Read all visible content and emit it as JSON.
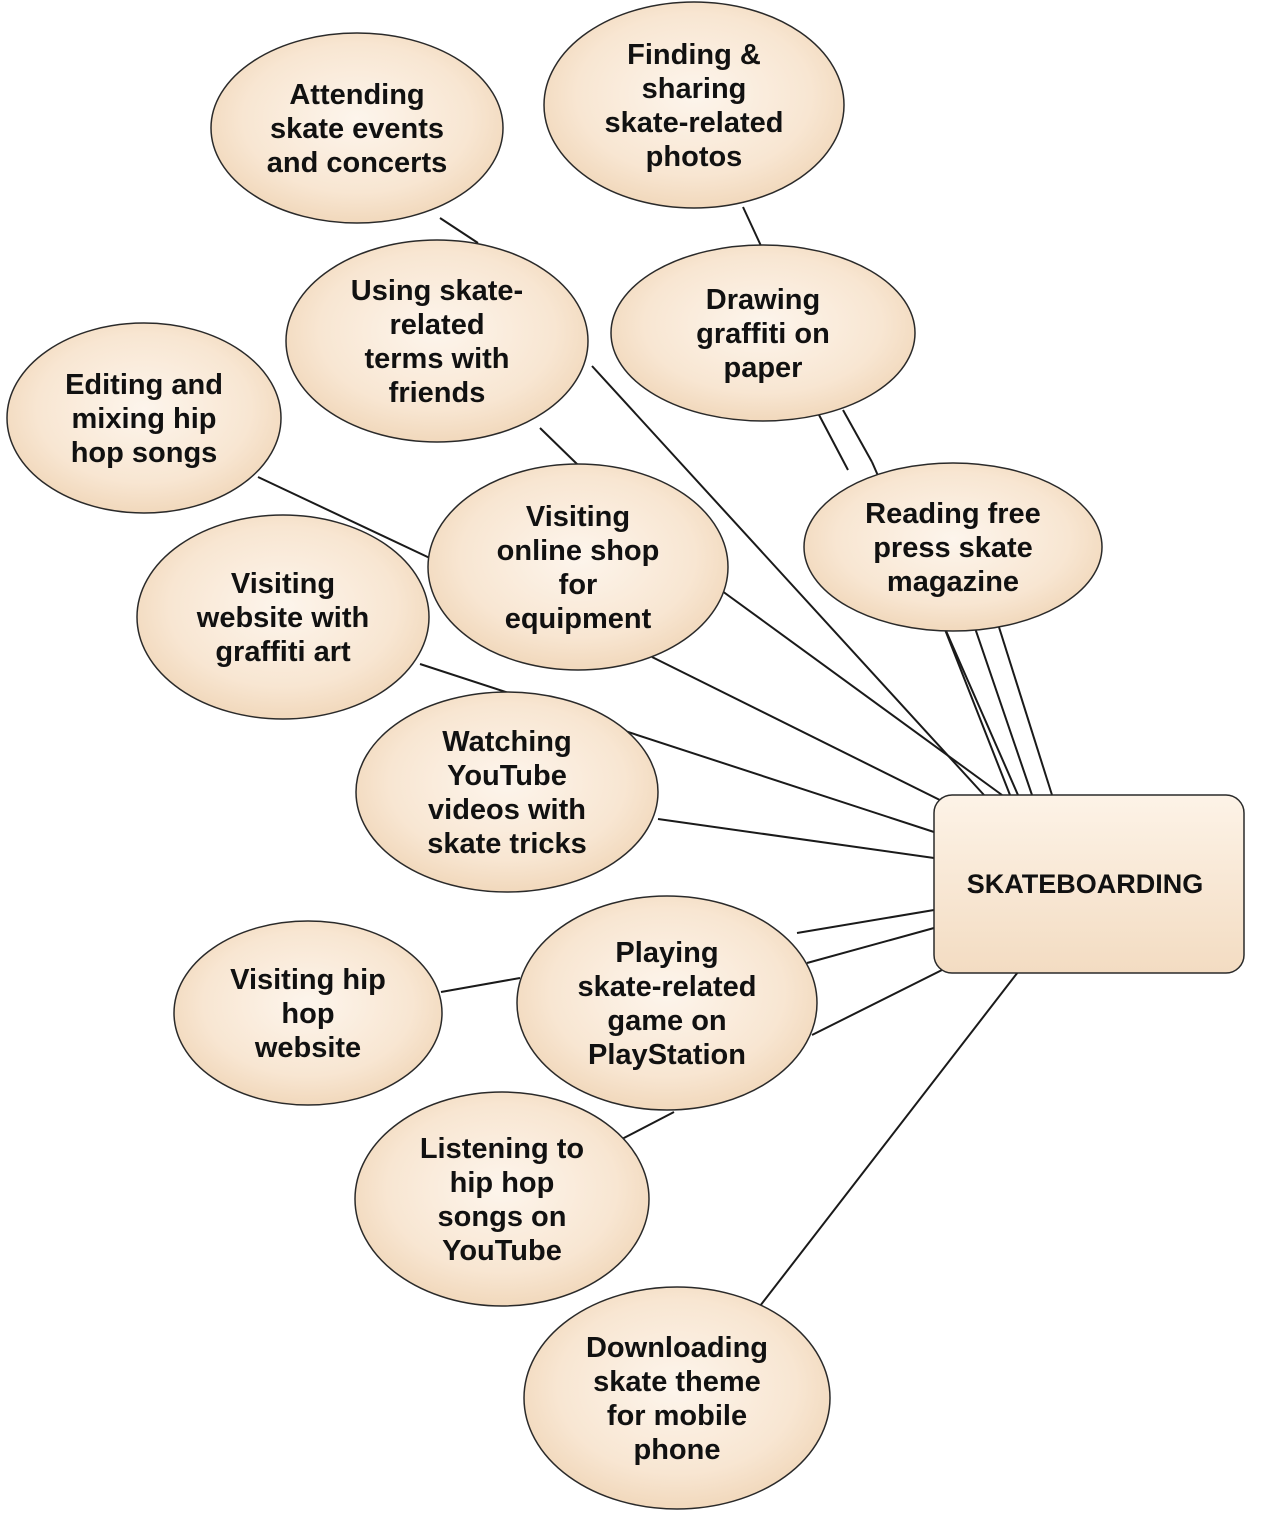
{
  "diagram": {
    "center": {
      "label": "SKATEBOARDING"
    },
    "nodes": [
      {
        "id": "attending",
        "lines": [
          "Attending",
          "skate events",
          "and concerts"
        ]
      },
      {
        "id": "photos",
        "lines": [
          "Finding &",
          "sharing",
          "skate-related",
          "photos"
        ]
      },
      {
        "id": "terms",
        "lines": [
          "Using skate-",
          "related",
          "terms with",
          "friends"
        ]
      },
      {
        "id": "graffiti-paper",
        "lines": [
          "Drawing",
          "graffiti on",
          "paper"
        ]
      },
      {
        "id": "editing",
        "lines": [
          "Editing and",
          "mixing hip",
          "hop songs"
        ]
      },
      {
        "id": "magazine",
        "lines": [
          "Reading free",
          "press skate",
          "magazine"
        ]
      },
      {
        "id": "shop",
        "lines": [
          "Visiting",
          "online shop",
          "for",
          "equipment"
        ]
      },
      {
        "id": "graffiti-web",
        "lines": [
          "Visiting",
          "website with",
          "graffiti art"
        ]
      },
      {
        "id": "youtube-tricks",
        "lines": [
          "Watching",
          "YouTube",
          "videos with",
          "skate tricks"
        ]
      },
      {
        "id": "hiphop-web",
        "lines": [
          "Visiting hip",
          "hop",
          "website"
        ]
      },
      {
        "id": "playstation",
        "lines": [
          "Playing",
          "skate-related",
          "game on",
          "PlayStation"
        ]
      },
      {
        "id": "listening",
        "lines": [
          "Listening to",
          "hip hop",
          "songs on",
          "YouTube"
        ]
      },
      {
        "id": "mobile",
        "lines": [
          "Downloading",
          "skate theme",
          "for mobile",
          "phone"
        ]
      }
    ],
    "colors": {
      "node_fill_light": "#fdf5ec",
      "node_fill_dark": "#f1d8bb",
      "stroke": "#1a1a1a"
    }
  }
}
